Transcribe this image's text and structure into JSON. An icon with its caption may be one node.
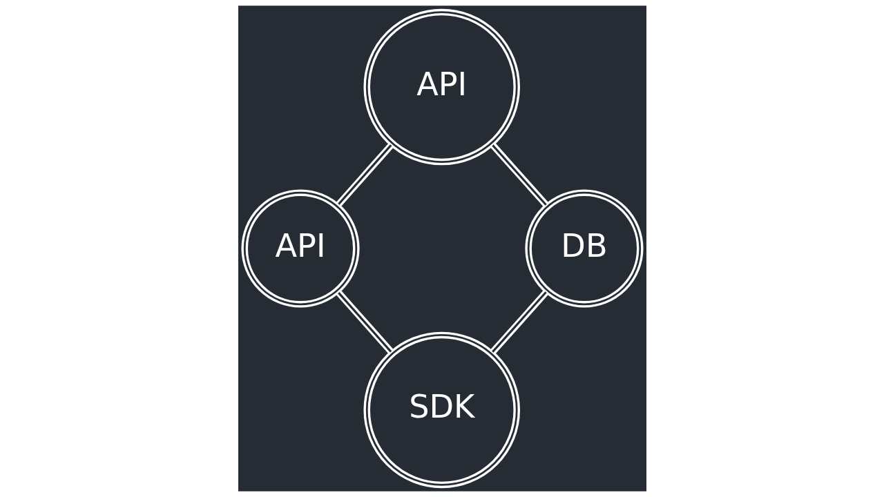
{
  "diagram": {
    "nodes": [
      {
        "text": [
          "API"
        ]
      },
      {
        "text": [
          "API"
        ]
      },
      {
        "text": [
          "DB"
        ]
      },
      {
        "text": [
          "SDK"
        ]
      }
    ],
    "edges": [
      {
        "from": 0,
        "to": 1,
        "arrow": "none"
      },
      {
        "from": 0,
        "to": 2,
        "arrow": "none"
      },
      {
        "from": 1,
        "to": 3,
        "arrow": "none"
      },
      {
        "from": 2,
        "to": 3,
        "arrow": "none"
      }
    ]
  }
}
